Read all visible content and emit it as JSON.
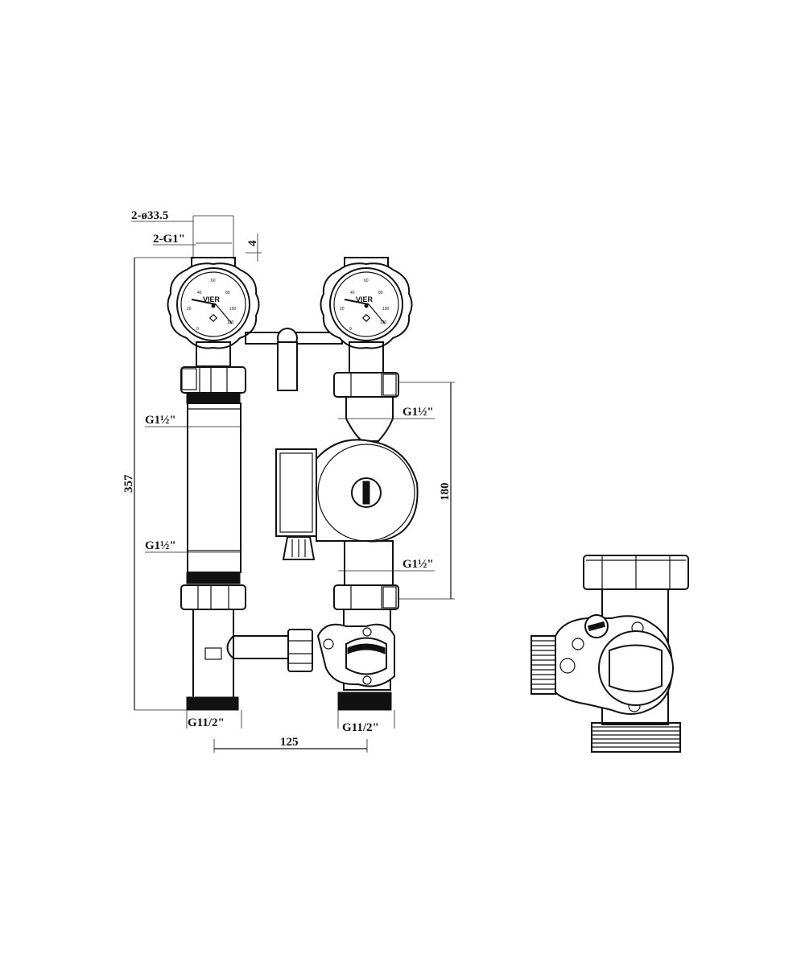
{
  "dimensions": {
    "top_diameter": "2-ø33.5",
    "top_thread": "2-G1\"",
    "top_offset": "4",
    "total_height": "357",
    "left_thread_upper": "G1½\"",
    "left_thread_lower": "G1½\"",
    "right_thread_upper": "G1½\"",
    "right_thread_lower": "G1½\"",
    "pump_length": "180",
    "bottom_thread_left": "G11/2\"",
    "bottom_thread_right": "G11/2\"",
    "axis_spacing": "125"
  },
  "gauges": {
    "brand": "VIER",
    "scale": [
      "0",
      "20",
      "40",
      "60",
      "80",
      "100",
      "120"
    ]
  }
}
